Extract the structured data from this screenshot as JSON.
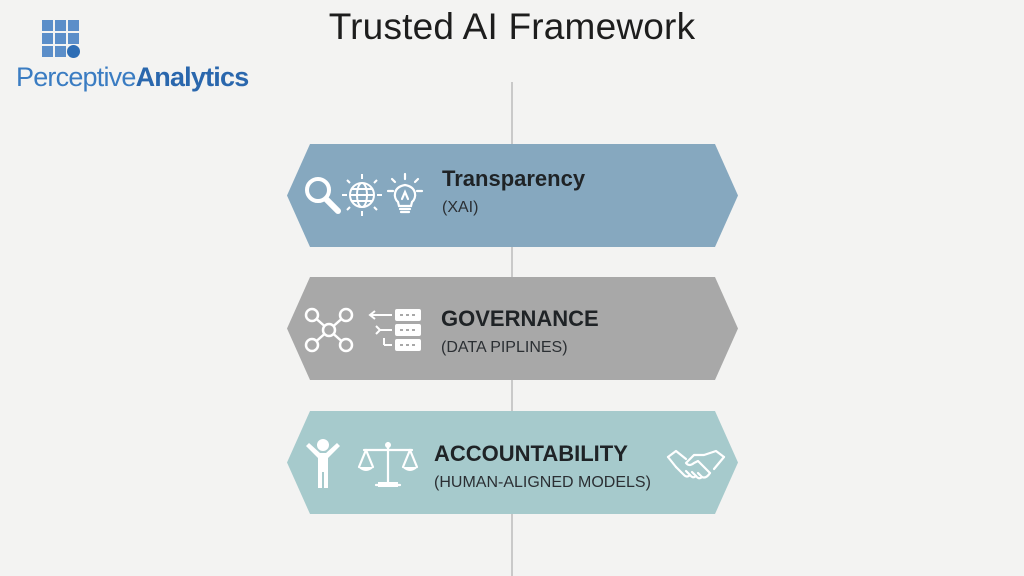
{
  "logo": {
    "text_light": "Perceptive",
    "text_bold": "Analytics"
  },
  "title": "Trusted AI Framework",
  "pillars": [
    {
      "name": "Transparency",
      "subtitle": "(XAI)",
      "color": "#86a8bf",
      "icons": [
        "magnifier-icon",
        "globe-icon",
        "lightbulb-icon"
      ]
    },
    {
      "name": "GOVERNANCE",
      "subtitle": "(DATA PIPLINES)",
      "color": "#a8a8a8",
      "icons": [
        "network-nodes-icon",
        "data-pipeline-icon"
      ]
    },
    {
      "name": "ACCOUNTABILITY",
      "subtitle": "(HUMAN-ALIGNED MODELS)",
      "color": "#a6cacc",
      "icons": [
        "person-icon",
        "scales-icon",
        "handshake-icon"
      ]
    }
  ]
}
